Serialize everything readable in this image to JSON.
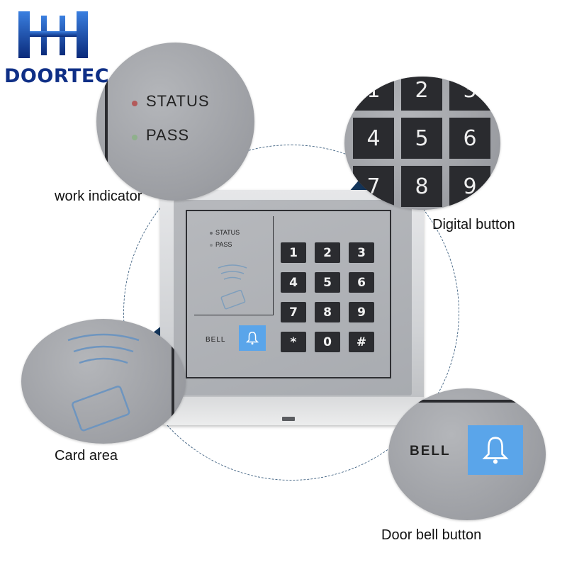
{
  "brand": {
    "name": "DOORTEC",
    "color": "#0f2f86"
  },
  "indicators": {
    "status": "STATUS",
    "pass": "PASS"
  },
  "keypad": [
    "1",
    "2",
    "3",
    "4",
    "5",
    "6",
    "7",
    "8",
    "9",
    "*",
    "0",
    "#"
  ],
  "bell": {
    "label": "BELL",
    "icon": "bell-icon",
    "color": "#5aa5ea"
  },
  "callouts": {
    "work_indicator": "work indicator",
    "digital_button": "Digital button",
    "card_area": "Card area",
    "door_bell_button": "Door bell button"
  },
  "zoom_keys": [
    "1",
    "2",
    "3",
    "4",
    "5",
    "6",
    "7",
    "8",
    "9"
  ]
}
